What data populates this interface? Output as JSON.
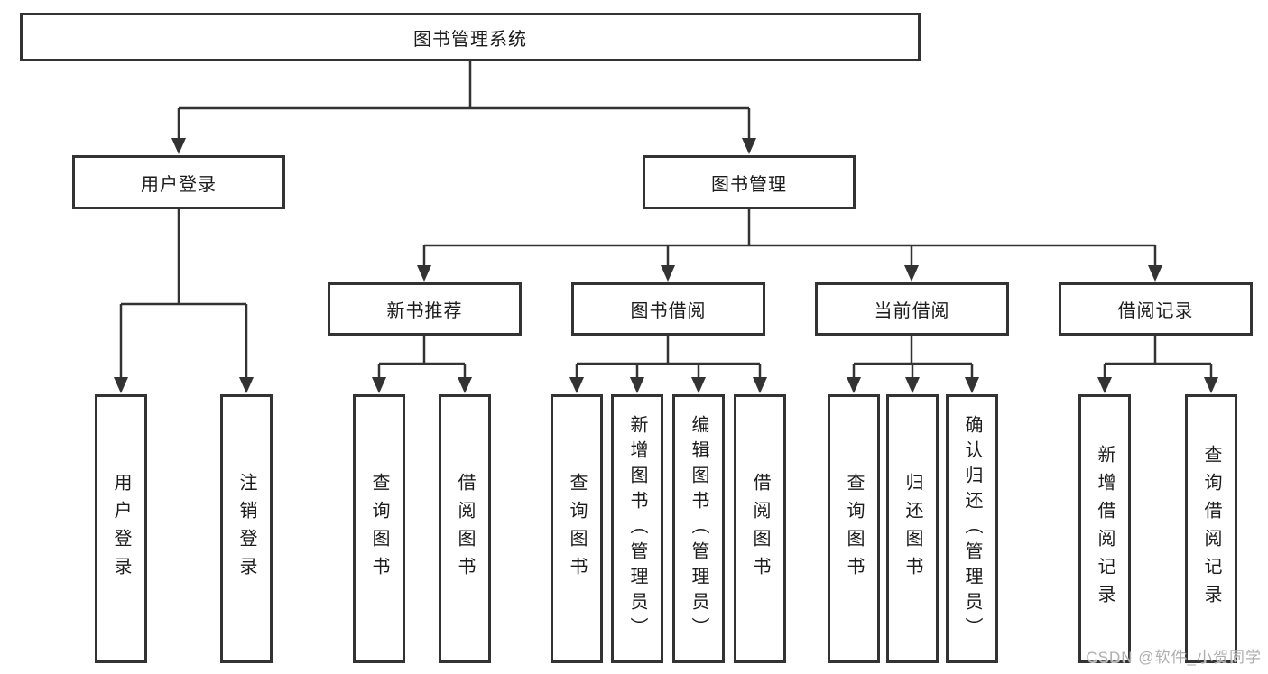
{
  "diagram": {
    "type": "tree",
    "root": {
      "label": "图书管理系统",
      "children": [
        {
          "label": "用户登录",
          "children": [
            {
              "label": "用户登录"
            },
            {
              "label": "注销登录"
            }
          ]
        },
        {
          "label": "图书管理",
          "children": [
            {
              "label": "新书推荐",
              "children": [
                {
                  "label": "查询图书"
                },
                {
                  "label": "借阅图书"
                }
              ]
            },
            {
              "label": "图书借阅",
              "children": [
                {
                  "label": "查询图书"
                },
                {
                  "label": "新增图书（管理员）"
                },
                {
                  "label": "编辑图书（管理员）"
                },
                {
                  "label": "借阅图书"
                }
              ]
            },
            {
              "label": "当前借阅",
              "children": [
                {
                  "label": "查询图书"
                },
                {
                  "label": "归还图书"
                },
                {
                  "label": "确认归还（管理员）"
                }
              ]
            },
            {
              "label": "借阅记录",
              "children": [
                {
                  "label": "新增借阅记录"
                },
                {
                  "label": "查询借阅记录"
                }
              ]
            }
          ]
        }
      ]
    }
  },
  "watermark": "CSDN @软件_小贺同学",
  "colors": {
    "line": "#333333",
    "box_border": "#333333",
    "box_fill": "#ffffff",
    "text": "#1c1c1c",
    "watermark": "#aeaeae",
    "background": "#ffffff"
  }
}
